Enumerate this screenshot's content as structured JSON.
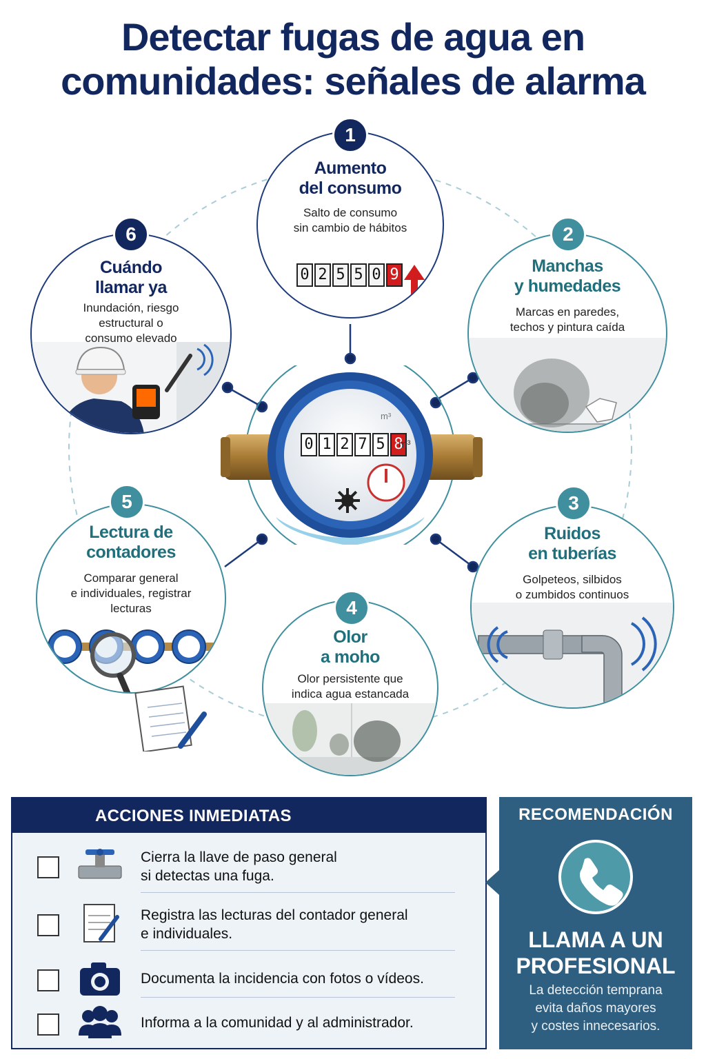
{
  "title": "Detectar fugas de agua en\ncomunidades: señales de alarma",
  "center_meter": {
    "digits": [
      "0",
      "1",
      "2",
      "7",
      "5",
      "8"
    ],
    "unit": "m³",
    "unit_top": "m³"
  },
  "signals": [
    {
      "number": "1",
      "title": "Aumento\ndel consumo",
      "description": "Salto de consumo\nsin cambio de hábitos",
      "digits": [
        "0",
        "2",
        "5",
        "5",
        "0",
        "9"
      ],
      "icon": "meter-counter-arrow-up-icon",
      "color": "#13275f"
    },
    {
      "number": "2",
      "title": "Manchas\ny humedades",
      "description": "Marcas en paredes,\ntechos y pintura caída",
      "icon": "wall-stain-icon",
      "color": "#3f8f9f"
    },
    {
      "number": "3",
      "title": "Ruidos\nen tuberías",
      "description": "Golpeteos, silbidos\no zumbidos continuos",
      "icon": "noisy-pipe-icon",
      "color": "#3f8f9f"
    },
    {
      "number": "4",
      "title": "Olor\na moho",
      "description": "Olor persistente que\nindica agua estancada",
      "icon": "mold-corner-icon",
      "color": "#3f8f9f"
    },
    {
      "number": "5",
      "title": "Lectura de\ncontadores",
      "description": "Comparar general\ne individuales, registrar\nlecturas",
      "icon": "meters-magnifier-icon",
      "color": "#3f8f9f"
    },
    {
      "number": "6",
      "title": "Cuándo\nllamar ya",
      "description": "Inundación, riesgo\nestructural o\nconsumo elevado",
      "icon": "technician-thermal-camera-icon",
      "color": "#13275f"
    }
  ],
  "actions": {
    "heading": "ACCIONES INMEDIATAS",
    "items": [
      {
        "text": "Cierra la llave de paso general\nsi detectas una fuga.",
        "icon": "water-valve-icon",
        "checked": false
      },
      {
        "text": "Registra las lecturas del contador general\ne individuales.",
        "icon": "notepad-pen-icon",
        "checked": false
      },
      {
        "text": "Documenta la incidencia con fotos o vídeos.",
        "icon": "camera-icon",
        "checked": false
      },
      {
        "text": "Informa a la comunidad y al administrador.",
        "icon": "people-group-icon",
        "checked": false
      }
    ]
  },
  "recommendation": {
    "heading": "RECOMENDACIÓN",
    "title": "LLAMA A UN\nPROFESIONAL",
    "description": "La detección temprana\nevita daños mayores\ny costes innecesarios.",
    "icon": "phone-icon"
  }
}
